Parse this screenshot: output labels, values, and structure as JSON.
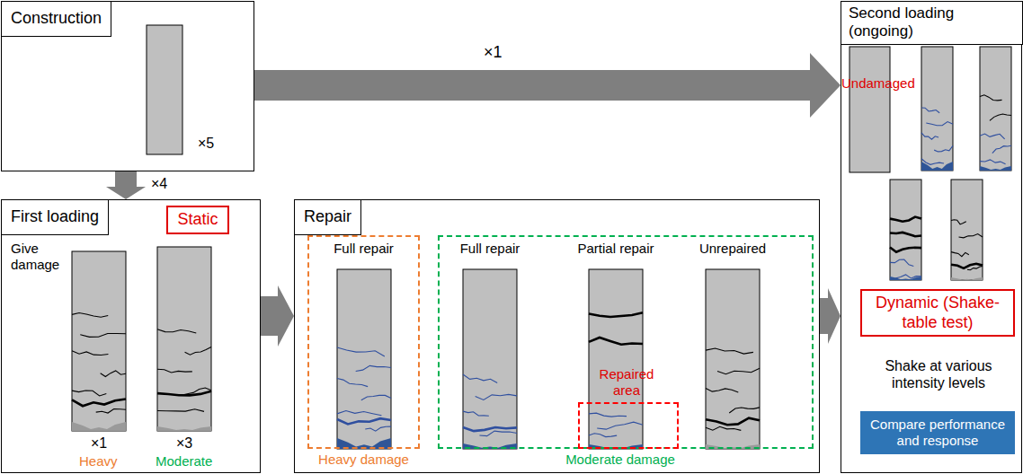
{
  "diagram": {
    "nodes": [
      {
        "text": [
          "Construction"
        ]
      },
      {
        "text": [
          "First loading"
        ]
      },
      {
        "text": [
          "Static"
        ],
        "in": 1
      },
      {
        "text": [
          "Repair"
        ]
      },
      {
        "text": [
          "Full repair",
          "Heavy damage"
        ],
        "in": 3
      },
      {
        "text": [
          "Full repair",
          "Partial repair",
          "Unrepaired",
          "Moderate damage"
        ],
        "in": 3
      },
      {
        "text": [
          "Repaired area"
        ],
        "in": 5
      },
      {
        "text": [
          "Second loading (ongoing)",
          "Undamaged",
          "Shake at various intensity levels"
        ]
      },
      {
        "text": [
          "Dynamic (Shake-table test)"
        ],
        "in": 7
      },
      {
        "text": [
          "Compare performance and response"
        ],
        "in": 7
      }
    ],
    "edges": [
      {
        "from": 0,
        "to": 7,
        "label": "×1",
        "arrow": "to"
      },
      {
        "from": 0,
        "to": 1,
        "label": "×4",
        "arrow": "to"
      },
      {
        "from": 1,
        "to": 3,
        "arrow": "to"
      },
      {
        "from": 3,
        "to": 7,
        "arrow": "to"
      }
    ],
    "labels": [
      "×5",
      "Give damage",
      "×1",
      "×3",
      "Heavy",
      "Moderate"
    ]
  }
}
